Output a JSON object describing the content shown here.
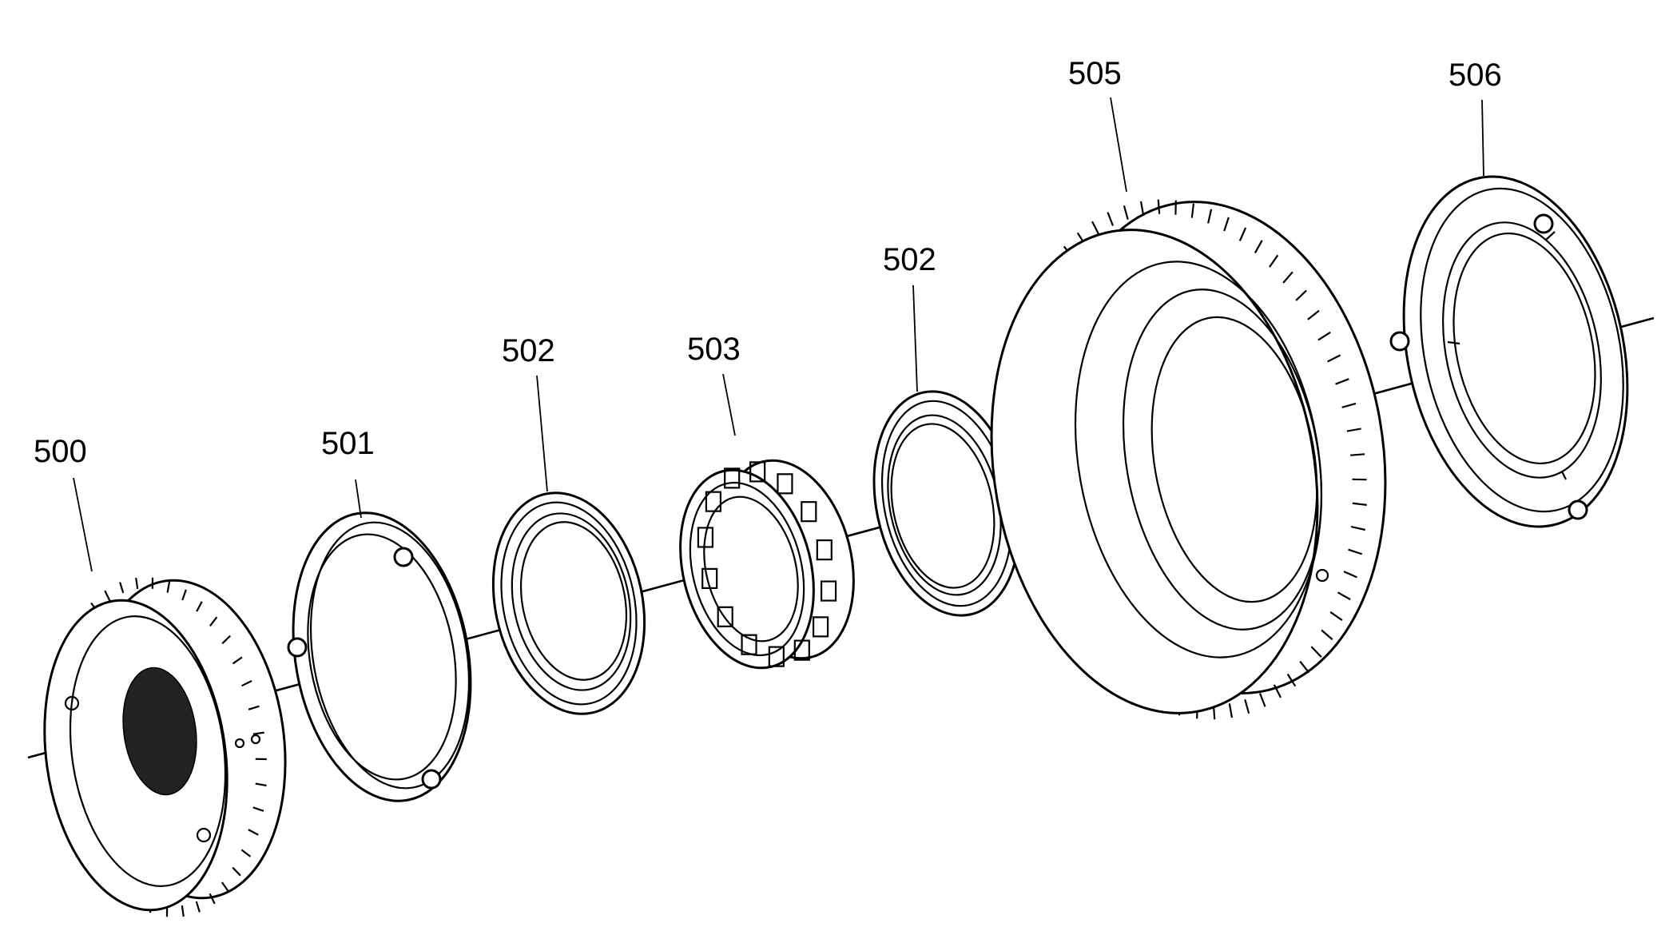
{
  "callouts": [
    {
      "id": "c500",
      "label": "500"
    },
    {
      "id": "c501",
      "label": "501"
    },
    {
      "id": "c502a",
      "label": "502"
    },
    {
      "id": "c503",
      "label": "503"
    },
    {
      "id": "c502b",
      "label": "502"
    },
    {
      "id": "c505",
      "label": "505"
    },
    {
      "id": "c506",
      "label": "506"
    }
  ],
  "colors": {
    "line": "#000000",
    "background": "#ffffff"
  }
}
